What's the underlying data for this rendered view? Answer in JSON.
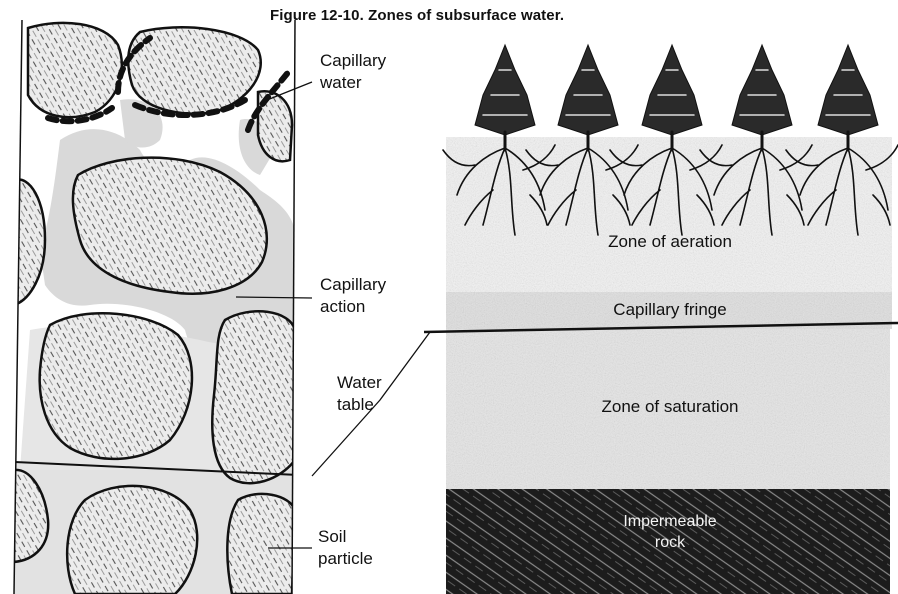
{
  "figure": {
    "title": "Figure 12-10. Zones of subsurface water."
  },
  "callouts": {
    "capillary_water": [
      "Capillary",
      "water"
    ],
    "capillary_action": [
      "Capillary",
      "action"
    ],
    "water_table": [
      "Water",
      "table"
    ],
    "soil_particle": [
      "Soil",
      "particle"
    ]
  },
  "zones": {
    "aeration": "Zone of aeration",
    "capillary_fringe": "Capillary fringe",
    "saturation": "Zone of saturation",
    "impermeable_rock": [
      "Impermeable",
      "rock"
    ]
  },
  "colors": {
    "ink": "#111111",
    "water_grey": "#d9d9d9",
    "aeration_fill": "#f3f3f3",
    "fringe_fill": "#e0e0e0",
    "saturation_fill": "#e6e6e6",
    "rock_dark": "#1c1c1c"
  }
}
